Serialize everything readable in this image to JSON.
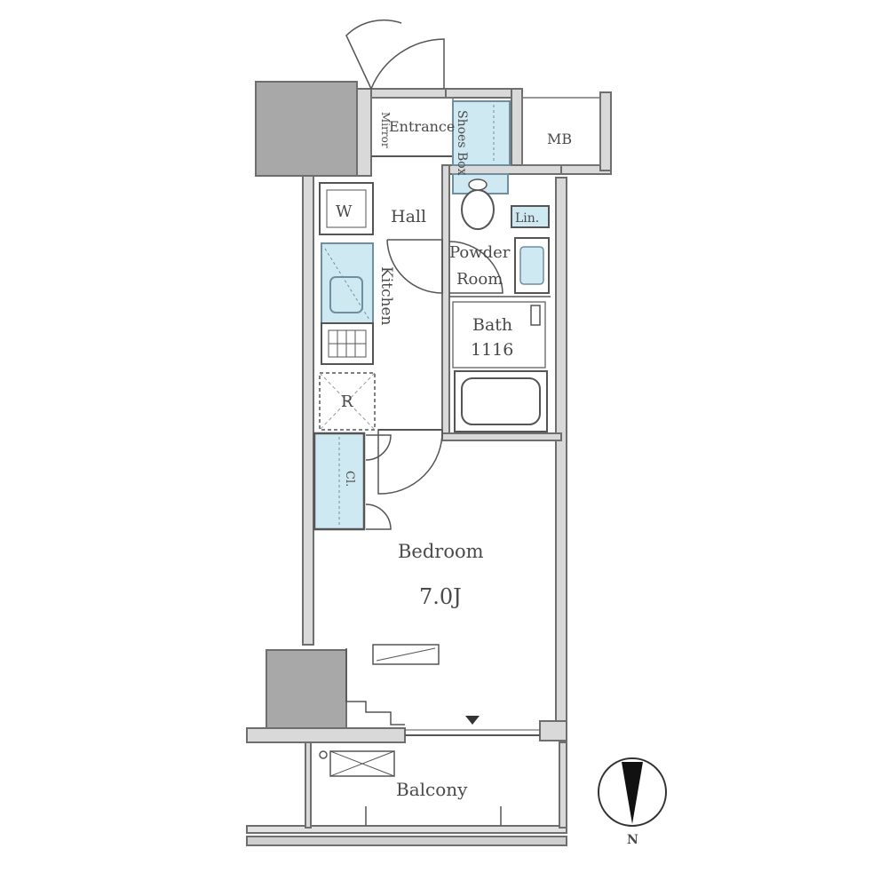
{
  "labels": {
    "entrance": "Entrance",
    "mirror": "Mirror",
    "shoes_box": "Shoes Box",
    "mb": "MB",
    "w": "W",
    "hall": "Hall",
    "lin": "Lin.",
    "powder_room_line1": "Powder",
    "powder_room_line2": "Room",
    "bath": "Bath",
    "bath_size": "1116",
    "kitchen": "Kitchen",
    "r": "R",
    "cl": "Cl.",
    "bedroom": "Bedroom",
    "bedroom_size": "7.0J",
    "balcony": "Balcony",
    "north": "N"
  },
  "colors": {
    "wall": "#bdbdbd",
    "wall_stroke": "#6e6e6e",
    "pillar": "#a8a8a8",
    "fixture_fill": "#cfe9f3",
    "fixture_stroke": "#6e8fa0",
    "line": "#555555"
  },
  "icons": [
    "compass-icon",
    "washer-icon",
    "sink-icon",
    "stove-icon",
    "fridge-icon",
    "bathtub-icon",
    "toilet-icon",
    "aircon-icon",
    "door-swing-icon"
  ]
}
